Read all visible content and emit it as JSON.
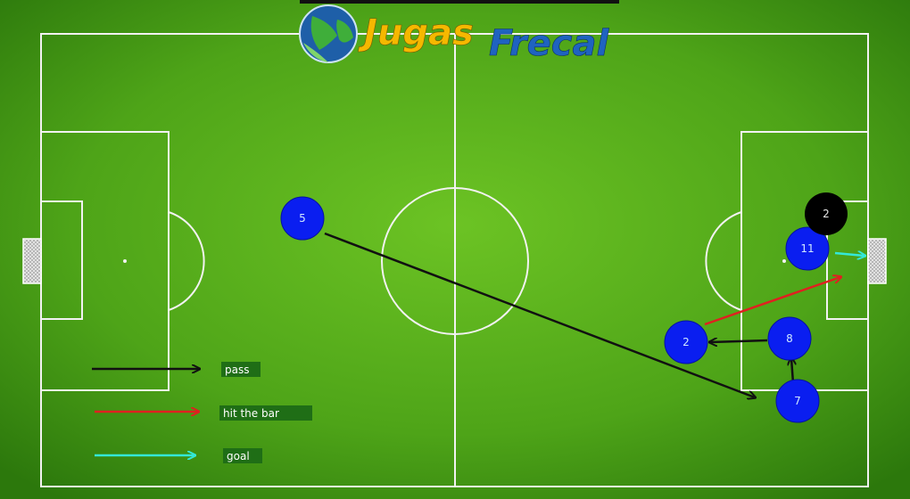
{
  "logo": {
    "word1": "Jugas",
    "word2": "Frecal",
    "color1": "#f5b800",
    "color2": "#1f63c0"
  },
  "colors": {
    "pitch_light": "#66bb22",
    "pitch_dark": "#2f7d0c",
    "lines": "#f2f2f2",
    "player_blue": "#0a1ef0",
    "player_number": "#cfe8ff",
    "opponent": "#000000",
    "pass_arrow": "#111111",
    "bar_arrow": "#e02020",
    "goal_arrow": "#33e8d8",
    "legend_label_bg": "#1f6e16"
  },
  "players": [
    {
      "number": "5",
      "team": "blue"
    },
    {
      "number": "11",
      "team": "blue"
    },
    {
      "number": "2",
      "team": "blue"
    },
    {
      "number": "8",
      "team": "blue"
    },
    {
      "number": "7",
      "team": "blue"
    },
    {
      "number": "2",
      "team": "opponent"
    }
  ],
  "legend": [
    {
      "type": "pass",
      "label": "pass"
    },
    {
      "type": "bar",
      "label": "hit the bar"
    },
    {
      "type": "goal",
      "label": "goal"
    }
  ]
}
